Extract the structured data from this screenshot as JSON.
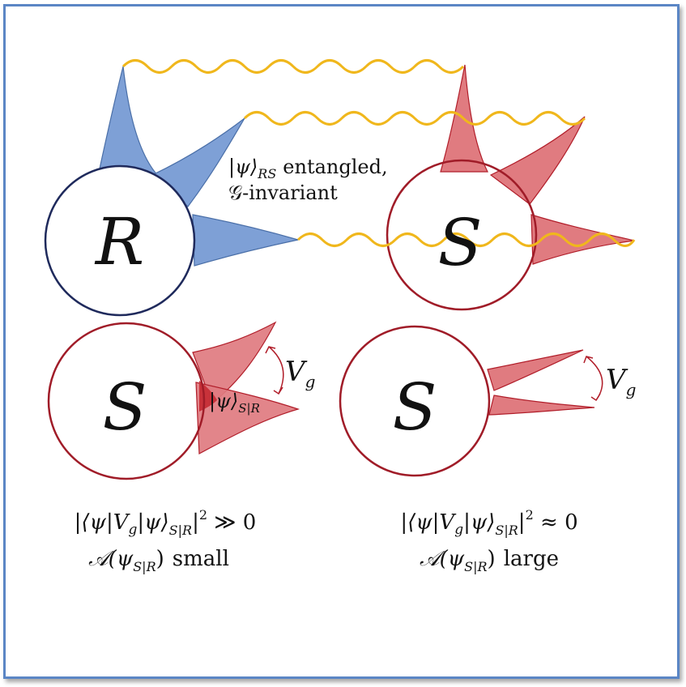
{
  "colors": {
    "frame": "#5b86c5",
    "blue_fill": "#7ea0d6",
    "blue_stroke": "#4a6fa8",
    "red_fill": "#e07b80",
    "red_dark": "#c8323a",
    "red_stroke": "#b11e2a",
    "navy": "#1f2a5c",
    "wave": "#f0b71c",
    "text": "#111111"
  },
  "labels": {
    "R": "R",
    "S_top": "S",
    "S_left": "S",
    "S_right": "S",
    "entangled_psi": "|ψ⟩",
    "entangled_sub": "RS",
    "entangled_word": "entangled,",
    "G": "𝒢",
    "invariant": "-invariant",
    "Vg_left": "V",
    "Vg_left_sub": "g",
    "Vg_right": "V",
    "Vg_right_sub": "g",
    "psi_SR": "|ψ⟩",
    "psi_SR_sub": "S|R",
    "left_formula_a": "|⟨ψ|V",
    "left_formula_g": "g",
    "left_formula_b": "|ψ⟩",
    "left_formula_sub": "S|R",
    "left_formula_c": "|",
    "left_formula_sup": "2",
    "left_formula_rel": " ≫ 0",
    "left_A": "𝒜(ψ",
    "left_A_sub": "S|R",
    "left_A_close": ")",
    "left_A_word": "small",
    "right_formula_a": "|⟨ψ|V",
    "right_formula_g": "g",
    "right_formula_b": "|ψ⟩",
    "right_formula_sub": "S|R",
    "right_formula_c": "|",
    "right_formula_sup": "2",
    "right_formula_rel": " ≈ 0",
    "right_A": "𝒜(ψ",
    "right_A_sub": "S|R",
    "right_A_close": ")",
    "right_A_word": "large"
  }
}
